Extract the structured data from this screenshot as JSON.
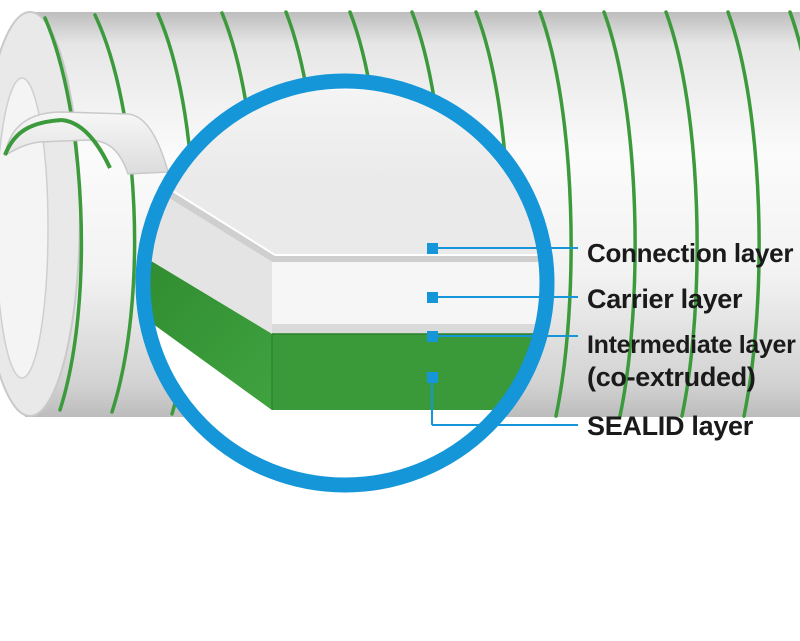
{
  "colors": {
    "accent_blue": "#1496d8",
    "stripe_green": "#3c9a3c",
    "layer_green": "#3a9a3a",
    "hose_white": "#f3f3f3"
  },
  "callouts": {
    "connection": "Connection layer",
    "carrier": "Carrier layer",
    "intermediate": "Intermediate layer",
    "intermediate_sub": "(co-extruded)",
    "sealid": "SEALID layer"
  }
}
